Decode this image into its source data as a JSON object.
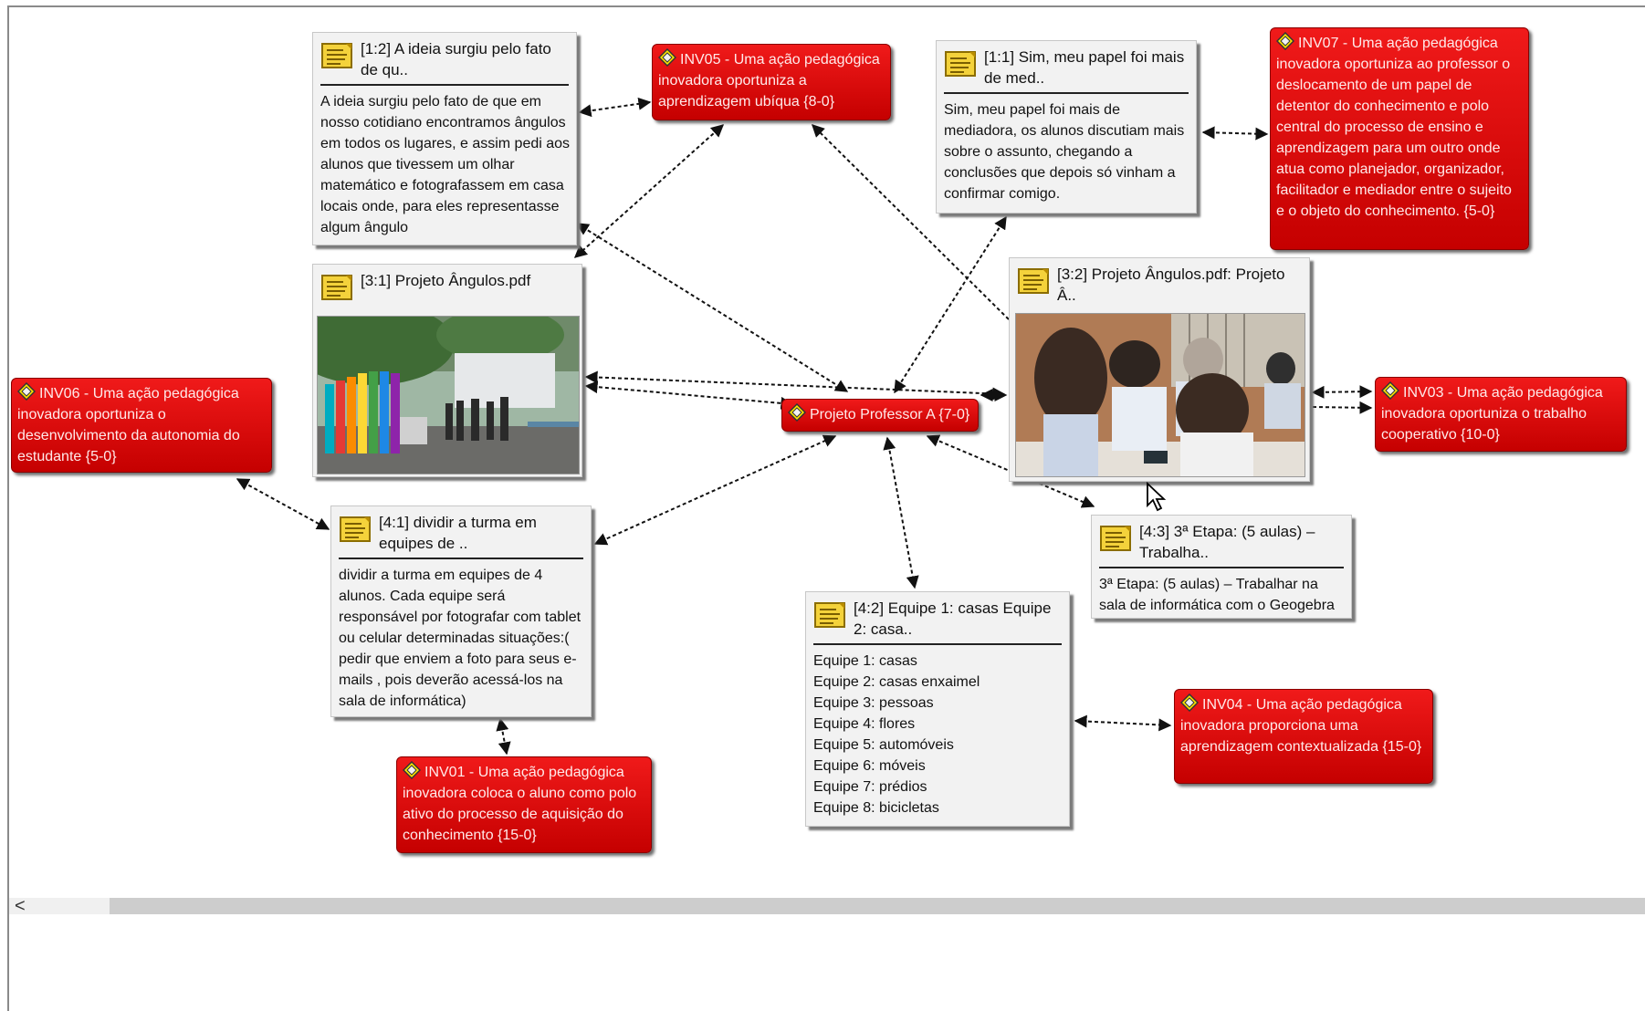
{
  "quotes": {
    "q12": {
      "title": "[1:2] A ideia surgiu pelo fato de qu..",
      "body": "A ideia surgiu pelo fato de que em nosso cotidiano encontramos ângulos em todos os lugares, e assim pedi aos alunos que tivessem um olhar matemático e fotografassem em casa locais onde, para eles representasse algum ângulo"
    },
    "q11": {
      "title": "[1:1] Sim, meu papel foi mais de med..",
      "body": "Sim, meu papel foi mais de mediadora, os alunos discutiam mais sobre o assunto, chegando a conclusões que depois só vinham a confirmar comigo."
    },
    "q31": {
      "title": "[3:1] Projeto Ângulos.pdf"
    },
    "q32": {
      "title": "[3:2] Projeto Ângulos.pdf: Projeto Â.."
    },
    "q41": {
      "title": "[4:1] dividir a turma em equipes de ..",
      "body": "dividir a turma em equipes de 4 alunos. Cada equipe será responsável por fotografar com tablet ou celular determinadas situações:( pedir que enviem a foto para seus e-mails , pois deverão acessá-los na sala de informática)"
    },
    "q43": {
      "title": "[4:3] 3ª Etapa: (5 aulas) – Trabalha..",
      "body": "3ª Etapa: (5 aulas) – Trabalhar na sala de informática com o Geogebra"
    },
    "q42": {
      "title": "[4:2] Equipe 1: casas Equipe 2: casa..",
      "lines": [
        "Equipe 1: casas",
        "Equipe 2: casas enxaimel",
        "Equipe 3: pessoas",
        "Equipe 4: flores",
        "Equipe 5: automóveis",
        "Equipe 6: móveis",
        "Equipe 7: prédios",
        "Equipe 8: bicicletas"
      ]
    }
  },
  "codes": {
    "inv05": "INV05 - Uma ação pedagógica inovadora oportuniza a aprendizagem ubíqua {8-0}",
    "inv07": "INV07 - Uma ação pedagógica inovadora oportuniza ao professor o deslocamento de um papel de detentor do conhecimento e polo central do processo de ensino e aprendizagem para um outro onde atua como planejador, organizador, facilitador e mediador entre o sujeito e o objeto do conhecimento. {5-0}",
    "inv06": "INV06 - Uma ação pedagógica inovadora oportuniza o desenvolvimento da autonomia do estudante {5-0}",
    "center": "Projeto Professor A {7-0}",
    "inv03": "INV03 - Uma ação pedagógica inovadora oportuniza o trabalho cooperativo {10-0}",
    "inv01": "INV01 - Uma ação pedagógica inovadora coloca o aluno como polo ativo do processo de aquisição do conhecimento {15-0}",
    "inv04": "INV04 - Uma ação pedagógica inovadora proporciona uma aprendizagem contextualizada {15-0}"
  },
  "icons": {
    "quote": "quotation-note-icon",
    "code": "code-diamond-icon"
  },
  "colors": {
    "code_red": "#e00000",
    "quote_bg": "#f2f2f2"
  },
  "scrollbar": {
    "left_arrow": "<"
  }
}
